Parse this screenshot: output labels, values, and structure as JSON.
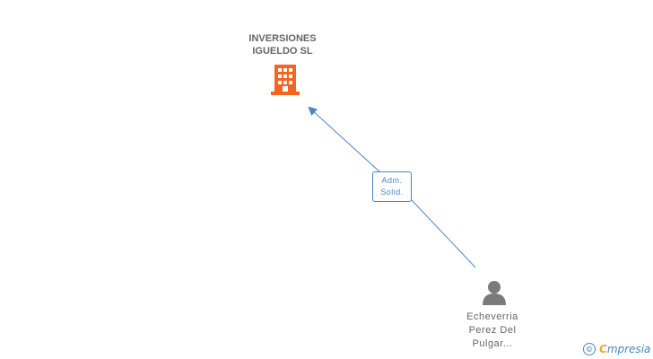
{
  "company": {
    "name_line1": "INVERSIONES",
    "name_line2": "IGUELDO SL",
    "icon": "building-icon"
  },
  "relation": {
    "label_line1": "Adm.",
    "label_line2": "Solid."
  },
  "person": {
    "line1": "Echeverria",
    "line2": "Perez Del",
    "line3": "Pulgar...",
    "icon": "person-icon"
  },
  "footer": {
    "copyright": "©",
    "brand_first": "C",
    "brand_rest": "mpresia"
  },
  "colors": {
    "company": "#f26522",
    "edge": "#4a86c8",
    "person": "#7a7a7a",
    "text": "#666666"
  }
}
